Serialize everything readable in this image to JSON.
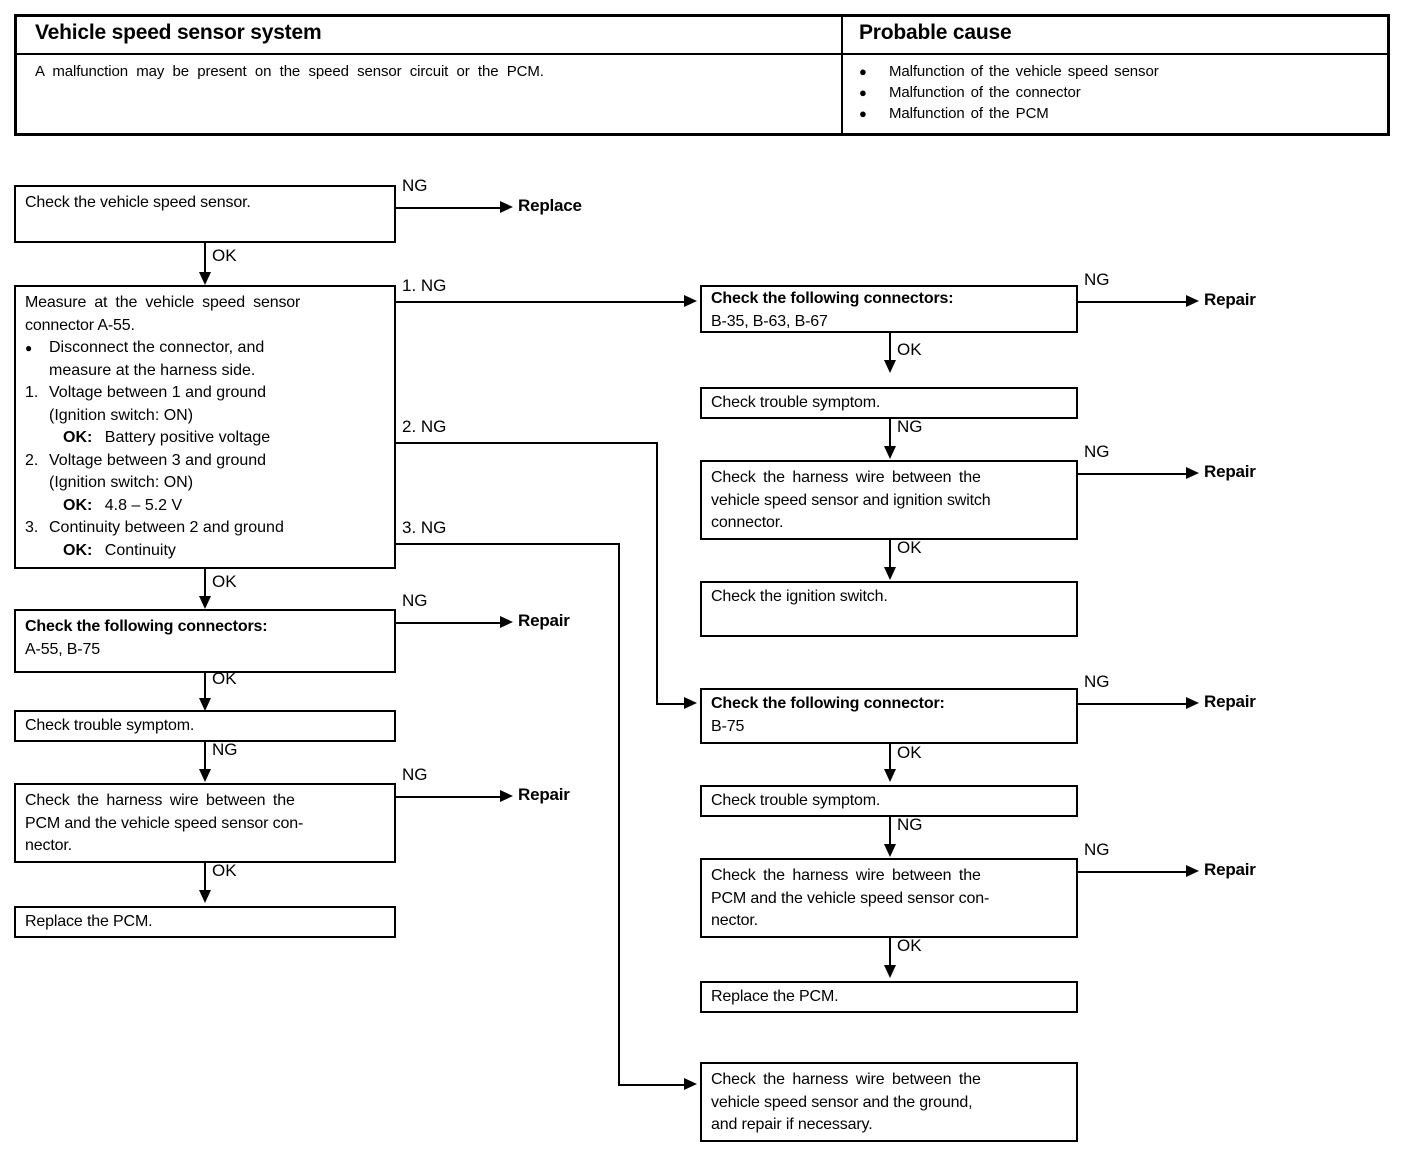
{
  "table": {
    "headers": [
      "Vehicle speed sensor system",
      "Probable cause"
    ],
    "description": "A malfunction may be present on the speed sensor circuit or the PCM.",
    "causes": [
      "Malfunction of the vehicle speed sensor",
      "Malfunction of the connector",
      "Malfunction of the PCM"
    ],
    "bullet": "●"
  },
  "flow": {
    "left": {
      "check_sensor": "Check the vehicle speed sensor.",
      "measure": {
        "line1": "Measure at the vehicle speed sensor",
        "line2": "connector A-55.",
        "items": [
          {
            "mark": "●",
            "lines": [
              "Disconnect   the   connector,   and",
              "measure at the harness side."
            ]
          },
          {
            "mark": "1.",
            "lines": [
              "Voltage   between   1   and   ground",
              "(Ignition switch: ON)"
            ],
            "ok_label": "OK:",
            "ok_value": "Battery positive voltage"
          },
          {
            "mark": "2.",
            "lines": [
              "Voltage   between   3   and   ground",
              "(Ignition switch: ON)"
            ],
            "ok_label": "OK:",
            "ok_value": "4.8 – 5.2 V"
          },
          {
            "mark": "3.",
            "lines": [
              "Continuity between 2 and ground"
            ],
            "ok_label": "OK:",
            "ok_value": "Continuity"
          }
        ]
      },
      "connectors": {
        "title": "Check the following connectors:",
        "list": "A-55, B-75"
      },
      "trouble_symptom": "Check trouble symptom.",
      "harness_pcm": [
        "Check the harness wire between the",
        "PCM and the vehicle speed sensor con-",
        "nector."
      ],
      "replace_pcm": "Replace the PCM."
    },
    "right": {
      "connectors_multi": {
        "title": "Check the following connectors:",
        "list": "B-35, B-63, B-67"
      },
      "trouble_symptom_1": "Check trouble symptom.",
      "harness_ign": [
        "Check the harness wire between the",
        "vehicle speed sensor and ignition switch",
        "connector."
      ],
      "ignition_switch": "Check the ignition switch.",
      "connector_single": {
        "title": "Check the following connector:",
        "list": "B-75"
      },
      "trouble_symptom_2": "Check trouble symptom.",
      "harness_pcm": [
        "Check the harness wire between the",
        "PCM and the vehicle speed sensor con-",
        "nector."
      ],
      "replace_pcm": "Replace the PCM.",
      "harness_ground": [
        "Check the harness wire between the",
        "vehicle speed sensor and the ground,",
        "and repair if necessary."
      ]
    },
    "labels": {
      "ng": "NG",
      "ok": "OK",
      "ng1": "1. NG",
      "ng2": "2. NG",
      "ng3": "3. NG",
      "replace": "Replace",
      "repair": "Repair"
    }
  }
}
